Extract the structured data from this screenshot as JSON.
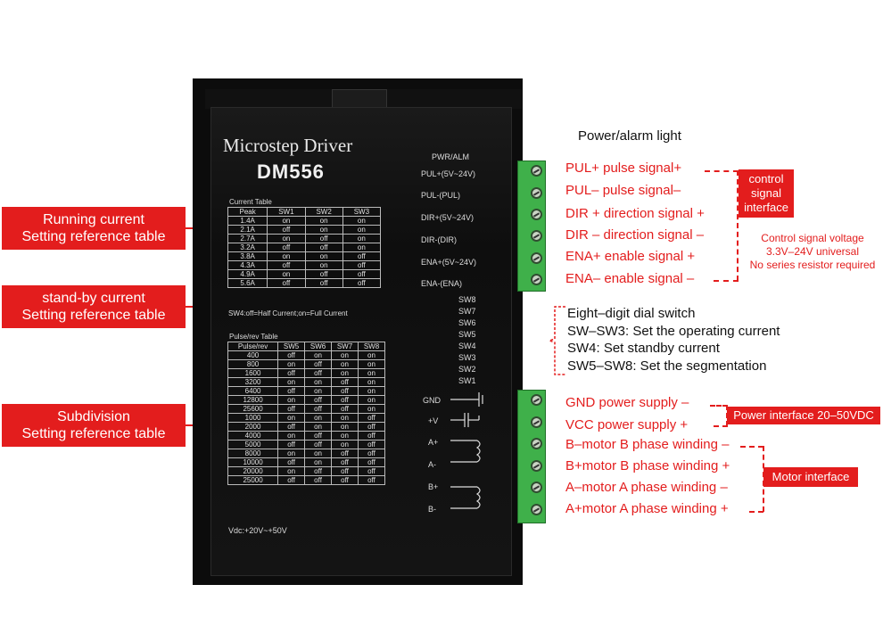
{
  "left_labels": [
    {
      "line1": "Running current",
      "line2": "Setting reference table"
    },
    {
      "line1": "stand-by current",
      "line2": "Setting reference table"
    },
    {
      "line1": "Subdivision",
      "line2": "Setting reference table"
    }
  ],
  "driver": {
    "title": "Microstep Driver",
    "model": "DM556",
    "pwr_alm": "PWR/ALM",
    "vdc": "Vdc:+20V~+50V",
    "current_table": {
      "caption": "Current Table",
      "headers": [
        "Peak",
        "SW1",
        "SW2",
        "SW3"
      ],
      "rows": [
        [
          "1.4A",
          "on",
          "on",
          "on"
        ],
        [
          "2.1A",
          "off",
          "on",
          "on"
        ],
        [
          "2.7A",
          "on",
          "off",
          "on"
        ],
        [
          "3.2A",
          "off",
          "off",
          "on"
        ],
        [
          "3.8A",
          "on",
          "on",
          "off"
        ],
        [
          "4.3A",
          "off",
          "on",
          "off"
        ],
        [
          "4.9A",
          "on",
          "off",
          "off"
        ],
        [
          "5.6A",
          "off",
          "off",
          "off"
        ]
      ],
      "note": "SW4:off=Half Current;on=Full Current"
    },
    "pulse_table": {
      "caption": "Pulse/rev Table",
      "headers": [
        "Pulse/rev",
        "SW5",
        "SW6",
        "SW7",
        "SW8"
      ],
      "rows": [
        [
          "400",
          "off",
          "on",
          "on",
          "on"
        ],
        [
          "800",
          "on",
          "off",
          "on",
          "on"
        ],
        [
          "1600",
          "off",
          "off",
          "on",
          "on"
        ],
        [
          "3200",
          "on",
          "on",
          "off",
          "on"
        ],
        [
          "6400",
          "off",
          "on",
          "off",
          "on"
        ],
        [
          "12800",
          "on",
          "off",
          "off",
          "on"
        ],
        [
          "25600",
          "off",
          "off",
          "off",
          "on"
        ],
        [
          "1000",
          "on",
          "on",
          "on",
          "off"
        ],
        [
          "2000",
          "off",
          "on",
          "on",
          "off"
        ],
        [
          "4000",
          "on",
          "off",
          "on",
          "off"
        ],
        [
          "5000",
          "off",
          "off",
          "on",
          "off"
        ],
        [
          "8000",
          "on",
          "on",
          "off",
          "off"
        ],
        [
          "10000",
          "off",
          "on",
          "off",
          "off"
        ],
        [
          "20000",
          "on",
          "off",
          "off",
          "off"
        ],
        [
          "25000",
          "off",
          "off",
          "off",
          "off"
        ]
      ]
    },
    "signal_terms": [
      "PUL+(5V~24V)",
      "PUL-(PUL)",
      "DIR+(5V~24V)",
      "DIR-(DIR)",
      "ENA+(5V~24V)",
      "ENA-(ENA)"
    ],
    "switches": [
      "SW8",
      "SW7",
      "SW6",
      "SW5",
      "SW4",
      "SW3",
      "SW2",
      "SW1"
    ],
    "power_terms": [
      "GND",
      "+V",
      "A+",
      "A-",
      "B+",
      "B-"
    ]
  },
  "right": {
    "power_alarm": "Power/alarm light",
    "control_signals": [
      "PUL+ pulse signal+",
      "PUL– pulse signal–",
      "DIR + direction signal +",
      "DIR – direction signal –",
      "ENA+ enable signal +",
      "ENA– enable signal –"
    ],
    "control_box": "control signal interface",
    "control_note": [
      "Control signal voltage",
      "3.3V–24V universal",
      "No series resistor required"
    ],
    "dial": [
      "Eight–digit dial switch",
      "SW–SW3: Set the operating current",
      "SW4: Set standby current",
      "SW5–SW8: Set the segmentation"
    ],
    "power": [
      "GND power supply –",
      "VCC power supply +"
    ],
    "power_box": "Power interface 20–50VDC",
    "motor": [
      "B–motor B phase winding –",
      "B+motor B phase winding +",
      "A–motor A phase winding –",
      "A+motor A phase winding +"
    ],
    "motor_box": "Motor interface"
  },
  "colors": {
    "accent": "#e31d1d",
    "terminal": "#3fb04a",
    "body": "#0c0c0c"
  }
}
